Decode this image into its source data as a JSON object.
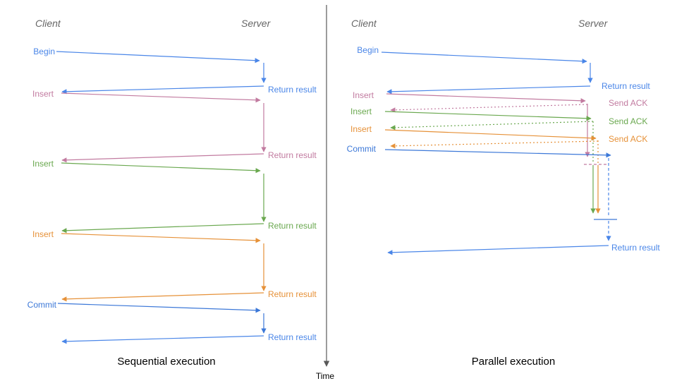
{
  "colors": {
    "begin_blue": "#4a86e8",
    "commit_blue": "#3c78d8",
    "insert_pink": "#c27ba0",
    "insert_green": "#6aa84f",
    "insert_orange": "#e69138",
    "axis_gray": "#595959",
    "header_gray": "#666666"
  },
  "time_axis": {
    "label": "Time"
  },
  "sequential": {
    "title": "Sequential execution",
    "client_header": "Client",
    "server_header": "Server",
    "requests": [
      {
        "label": "Begin",
        "response": "Return result"
      },
      {
        "label": "Insert",
        "response": "Return result"
      },
      {
        "label": "Insert",
        "response": "Return result"
      },
      {
        "label": "Insert",
        "response": "Return result"
      },
      {
        "label": "Commit",
        "response": "Return result"
      }
    ]
  },
  "parallel": {
    "title": "Parallel execution",
    "client_header": "Client",
    "server_header": "Server",
    "requests": [
      {
        "label": "Begin",
        "response": "Return result"
      },
      {
        "label": "Insert",
        "response": "Send ACK"
      },
      {
        "label": "Insert",
        "response": "Send ACK"
      },
      {
        "label": "Insert",
        "response": "Send ACK"
      },
      {
        "label": "Commit",
        "response": "Return result"
      }
    ]
  }
}
